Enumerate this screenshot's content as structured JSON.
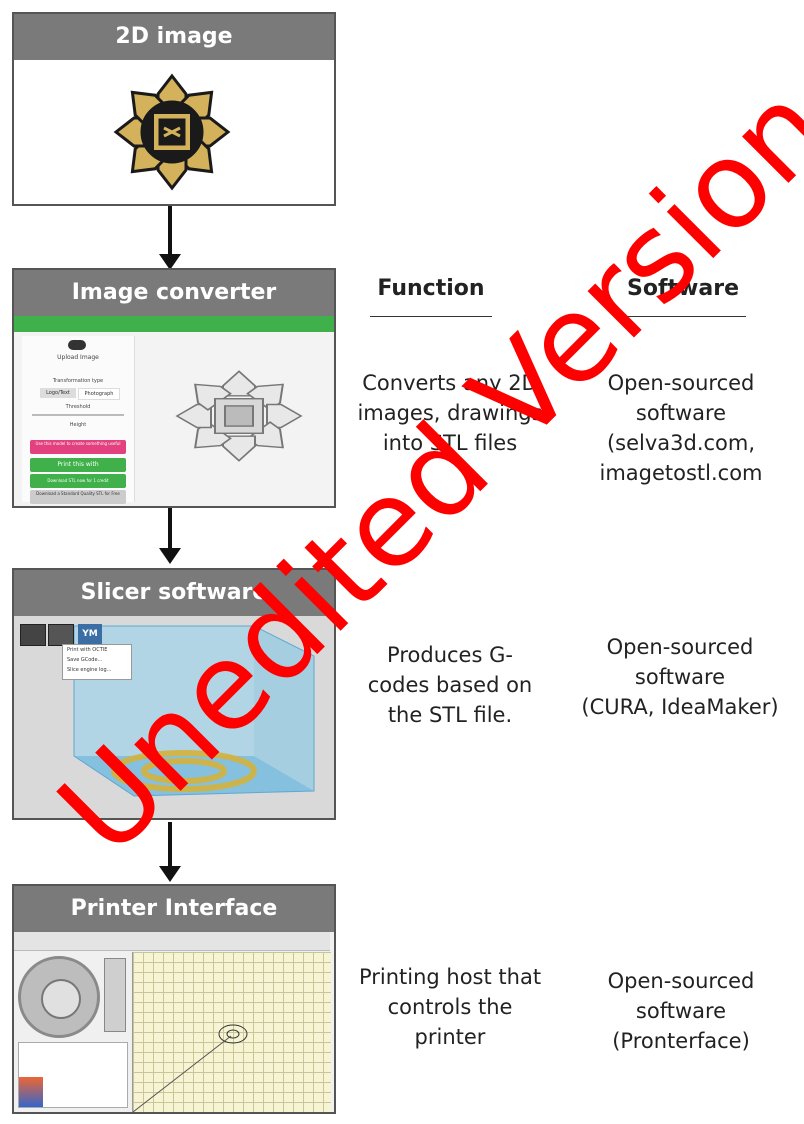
{
  "stages": [
    {
      "title": "2D image"
    },
    {
      "title": "Image converter"
    },
    {
      "title": "Slicer software"
    },
    {
      "title": "Printer Interface"
    }
  ],
  "columns": {
    "function": "Function",
    "software": "Software"
  },
  "rows": [
    {
      "function": "Converts any 2D\nimages, drawings\ninto STL files",
      "software": "Open-sourced\nsoftware\n(selva3d.com,\nimagetostl.com"
    },
    {
      "function": "Produces G-\ncodes based on\nthe STL file.",
      "software": "Open-sourced\nsoftware\n(CURA, IdeaMaker)"
    },
    {
      "function": "Printing host that\ncontrols the\nprinter",
      "software": "Open-sourced\nsoftware\n(Pronterface)"
    }
  ],
  "converter_ui": {
    "upload_label": "Upload Image",
    "transformation_label": "Transformation type",
    "logo_tab": "Logo/Text",
    "photo_tab": "Photograph",
    "threshold_label": "Threshold",
    "height_label": "Height",
    "btn_pink": "Use this model to create something useful",
    "btn_green1": "Print this with",
    "btn_green2": "Download STL now for 1 credit",
    "btn_grey": "Download a Standard Quality STL for Free"
  },
  "slicer_ui": {
    "menu_items": [
      "Print with OCTIE",
      "Save GCode...",
      "Slice engine log..."
    ],
    "ym_label": "YM"
  },
  "watermark": "Unedited Version",
  "colors": {
    "stage_header": "#7a7a7a",
    "watermark": "#ff0000",
    "green": "#3fb04a",
    "pink": "#e2407e"
  }
}
